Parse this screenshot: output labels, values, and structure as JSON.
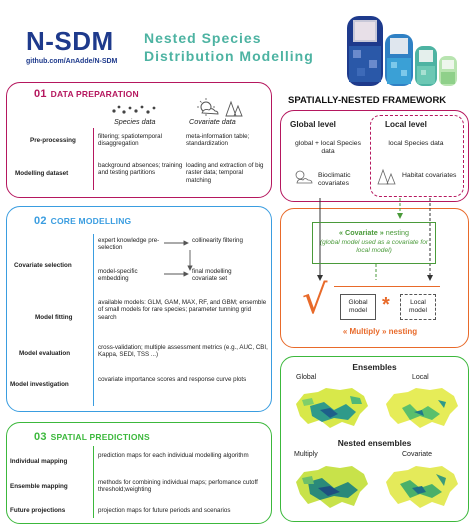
{
  "header": {
    "logo_text": "N-SDM",
    "url": "github.com/AnAdde/N-SDM",
    "subtitle_line1": "Nested Species",
    "subtitle_line2": "Distribution Modelling",
    "colors": {
      "navy": "#1e3a8c",
      "teal": "#4db3a2"
    }
  },
  "section1": {
    "number": "01",
    "title": "DATA PREPARATION",
    "color": "#b5175e",
    "species_col_title": "Species data",
    "covariate_col_title": "Covariate data",
    "rows": [
      {
        "label": "Pre-processing",
        "species": "filtering; spatiotemporal disaggregation",
        "covariate": "meta-information table; standardization"
      },
      {
        "label": "Modelling dataset",
        "species": "background absences; training and testing partitions",
        "covariate": "loading and extraction of big raster data; temporal matching"
      }
    ]
  },
  "section2": {
    "number": "02",
    "title": "CORE MODELLING",
    "color": "#3a9de0",
    "covariate_selection": {
      "label": "Covariate selection",
      "item1": "expert knowledge pre-selection",
      "item2": "model-specific embedding",
      "item3": "collinearity filtering",
      "item4": "final modelling covariate set"
    },
    "model_fitting": {
      "label": "Model fitting",
      "text": "available models: GLM, GAM, MAX, RF, and GBM; ensemble of small models for rare species; parameter tunning grid search"
    },
    "model_evaluation": {
      "label": "Model evaluation",
      "text": "cross-validation; multiple assessment metrics (e.g., AUC, CBI, Kappa, SEDI, TSS ...)"
    },
    "model_investigation": {
      "label": "Model investigation",
      "text": "covariate importance scores and response curve plots"
    }
  },
  "section3": {
    "number": "03",
    "title": "SPATIAL PREDICTIONS",
    "color": "#3cb83c",
    "rows": [
      {
        "label": "Individual mapping",
        "text": "prediction maps for each individual modelling algorithm"
      },
      {
        "label": "Ensemble mapping",
        "text": "methods for combining individual maps; perfomance cutoff threshold;weighting"
      },
      {
        "label": "Future projections",
        "text": "projection maps for future periods and scenarios"
      }
    ]
  },
  "framework": {
    "title": "SPATIALLY-NESTED FRAMEWORK",
    "global_level": {
      "title": "Global level",
      "species": "global + local Species data",
      "covariates": "Bioclimatic covariates"
    },
    "local_level": {
      "title": "Local level",
      "species": "local Species data",
      "covariates": "Habitat covariates"
    },
    "covariate_nesting": {
      "title_keyword": "« Covariate »",
      "title_rest": " nesting",
      "note": "(global model used as a covariate for local model)"
    },
    "multiply_nesting": {
      "global_model": "Global model",
      "local_model": "Local model",
      "star": "*",
      "label": "« Multiply » nesting"
    }
  },
  "ensembles": {
    "title": "Ensembles",
    "global_label": "Global",
    "local_label": "Local",
    "nested_title": "Nested ensembles",
    "multiply_label": "Multiply",
    "covariate_label": "Covariate"
  }
}
